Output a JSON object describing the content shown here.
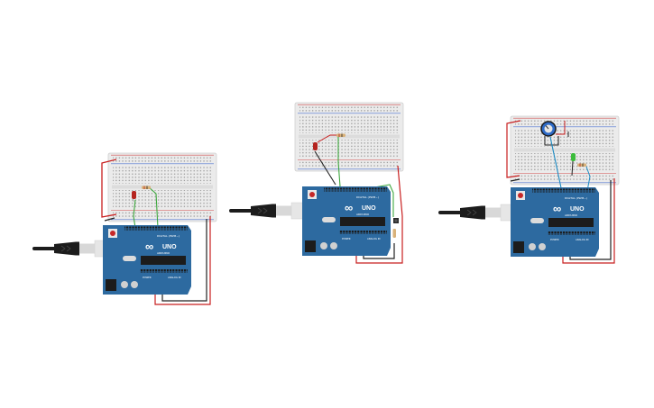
{
  "board": {
    "logo_symbol": "∞",
    "model_label": "UNO",
    "brand_label": "ARDUINO",
    "digital_label": "DIGITAL (PWM~)",
    "power_label": "POWER",
    "analog_label": "ANALOG IN"
  },
  "colors": {
    "board": "#2d6aa0",
    "breadboard": "#ebebeb",
    "rail_red": "#d24b4b",
    "rail_blue": "#4b72d2",
    "wire_red": "#c81e1e",
    "wire_black": "#222222",
    "wire_green": "#3fa83f",
    "wire_blue": "#1e8bc3",
    "led_red": "#b5241f",
    "led_green": "#3cbc3c",
    "potentiometer": "#2e6bc8",
    "usb_cable": "#1c1c1c",
    "usb_plug": "#d8d8d8"
  },
  "circuits": [
    {
      "id": "circuit-1",
      "led": "red",
      "extra": "none"
    },
    {
      "id": "circuit-2",
      "led": "red",
      "extra": "pushbutton"
    },
    {
      "id": "circuit-3",
      "led": "green",
      "extra": "potentiometer"
    }
  ]
}
